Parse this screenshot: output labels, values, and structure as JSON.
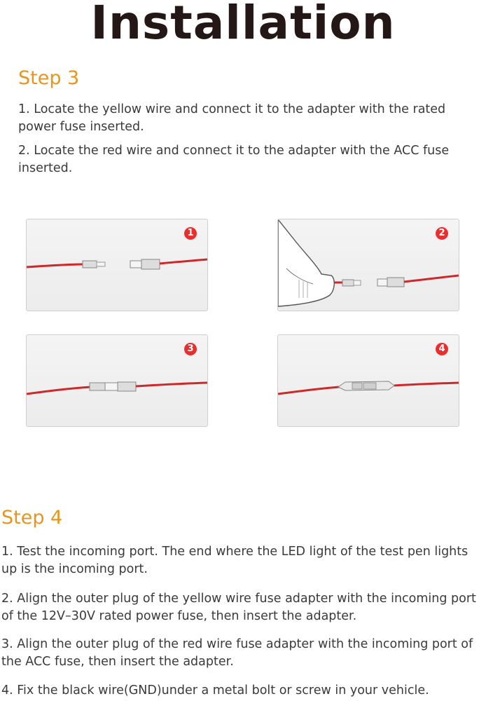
{
  "title": "Installation",
  "step3": {
    "heading": "Step 3",
    "items": [
      "1. Locate the yellow wire and connect it to the adapter with the rated power fuse inserted.",
      "2. Locate the red wire and connect it to the adapter with the ACC fuse inserted."
    ]
  },
  "panels": [
    {
      "number": "1"
    },
    {
      "number": "2"
    },
    {
      "number": "3"
    },
    {
      "number": "4"
    }
  ],
  "step4": {
    "heading": "Step 4",
    "items": [
      "1. Test the incoming port. The end where the LED light of the test pen lights up is the incoming port.",
      "2. Align the outer plug of the yellow wire fuse adapter with the incoming port of the 12V–30V rated power fuse, then insert the adapter.",
      "3. Align the outer plug of the red wire fuse adapter with the incoming port of the ACC fuse, then insert the adapter.",
      "4. Fix the black wire(GND)under a metal bolt or screw in your vehicle."
    ]
  },
  "colors": {
    "heading_accent": "#e8951f",
    "badge": "#e62f2f",
    "wire": "#cc2a2a"
  }
}
